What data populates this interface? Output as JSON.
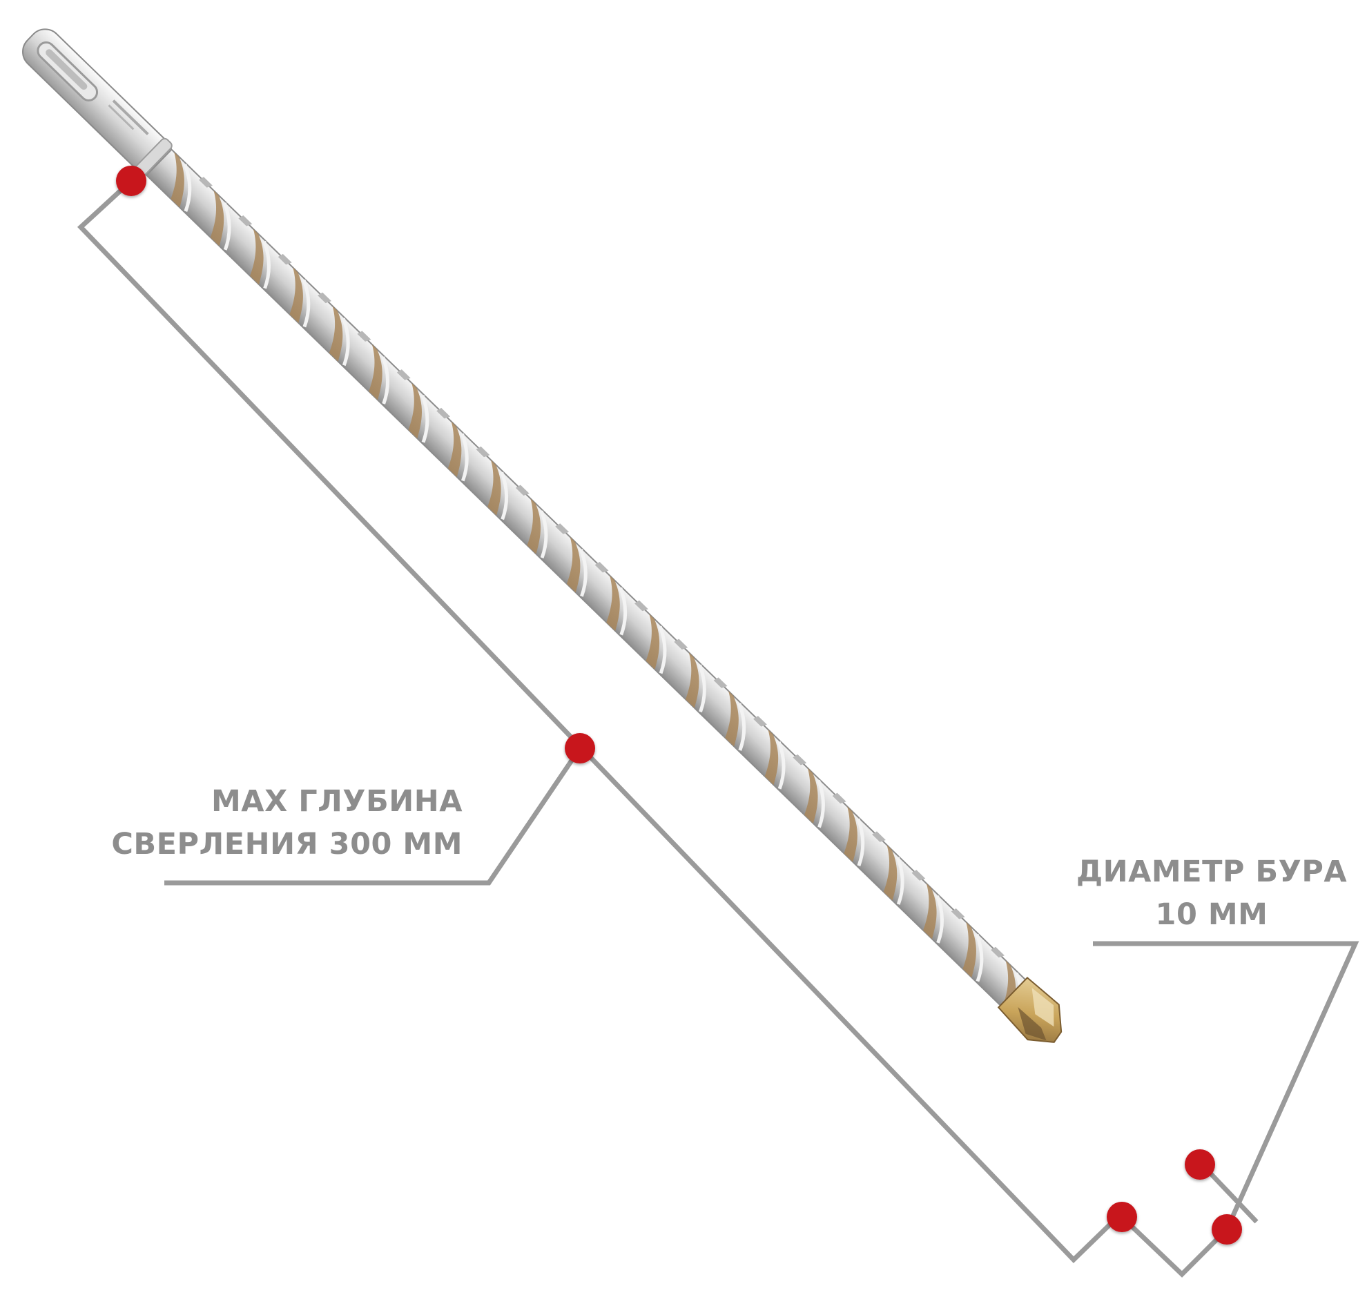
{
  "annotations": {
    "depth": {
      "line1": "MAX ГЛУБИНА",
      "line2": "СВЕРЛЕНИЯ 300 ММ"
    },
    "diameter": {
      "line1": "ДИАМЕТР БУРА",
      "line2": "10 ММ"
    }
  },
  "colors": {
    "background": "#ffffff",
    "callout_line": "#9a9a9a",
    "marker_dot": "#c8141c",
    "label_text": "#8d8d8d",
    "steel": "#c9c9c9",
    "flute_gold": "#a8865a",
    "tip_gold": "#c9a45a"
  }
}
